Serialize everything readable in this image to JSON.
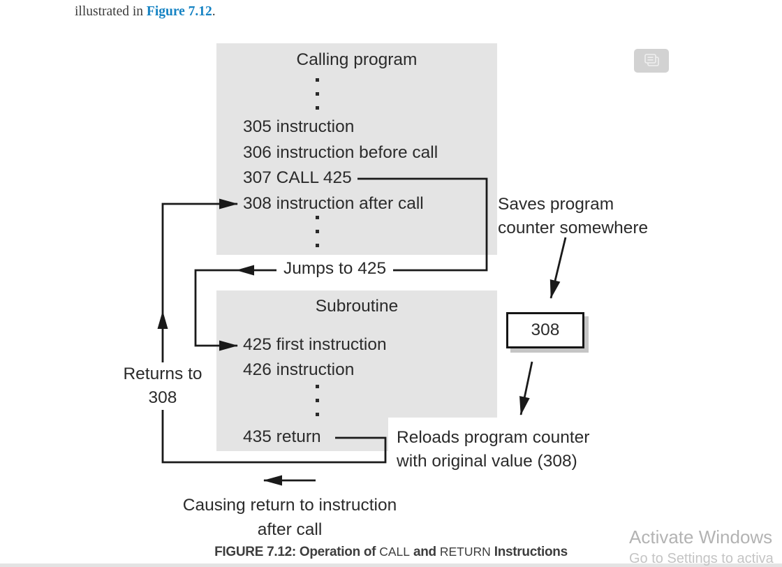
{
  "intro": {
    "prefix": "illustrated in ",
    "link": "Figure 7.12",
    "suffix": "."
  },
  "diagram": {
    "calling_program": {
      "title": "Calling program",
      "lines": [
        "305 instruction",
        "306 instruction before call",
        "307 CALL 425",
        "308 instruction after call"
      ]
    },
    "subroutine": {
      "title": "Subroutine",
      "lines": [
        "425 first instruction",
        "426 instruction",
        "435 return"
      ]
    },
    "pc_box_value": "308",
    "labels": {
      "saves_line1": "Saves program",
      "saves_line2": "counter somewhere",
      "jumps": "Jumps to 425",
      "returns_line1": "Returns to",
      "returns_line2": "308",
      "reloads_line1": "Reloads program counter",
      "reloads_line2": "with original value (308)",
      "causing_line1": "Causing return to instruction",
      "causing_line2": "after call"
    },
    "caption": {
      "prefix": "FIGURE 7.12: Operation of ",
      "op1": "CALL",
      "mid": " and ",
      "op2": "RETURN",
      "suffix": " Instructions"
    }
  },
  "watermark": {
    "line1": "Activate Windows",
    "line2": "Go to Settings to activa"
  },
  "icons": {
    "annotation": "copy-pages-icon"
  },
  "colors": {
    "link_blue": "#1683c3",
    "box_gray": "#e4e4e4",
    "line_black": "#1a1a1a",
    "watermark_gray": "#b3b3b3",
    "pcbox_shadow": "#c5c5c5"
  }
}
